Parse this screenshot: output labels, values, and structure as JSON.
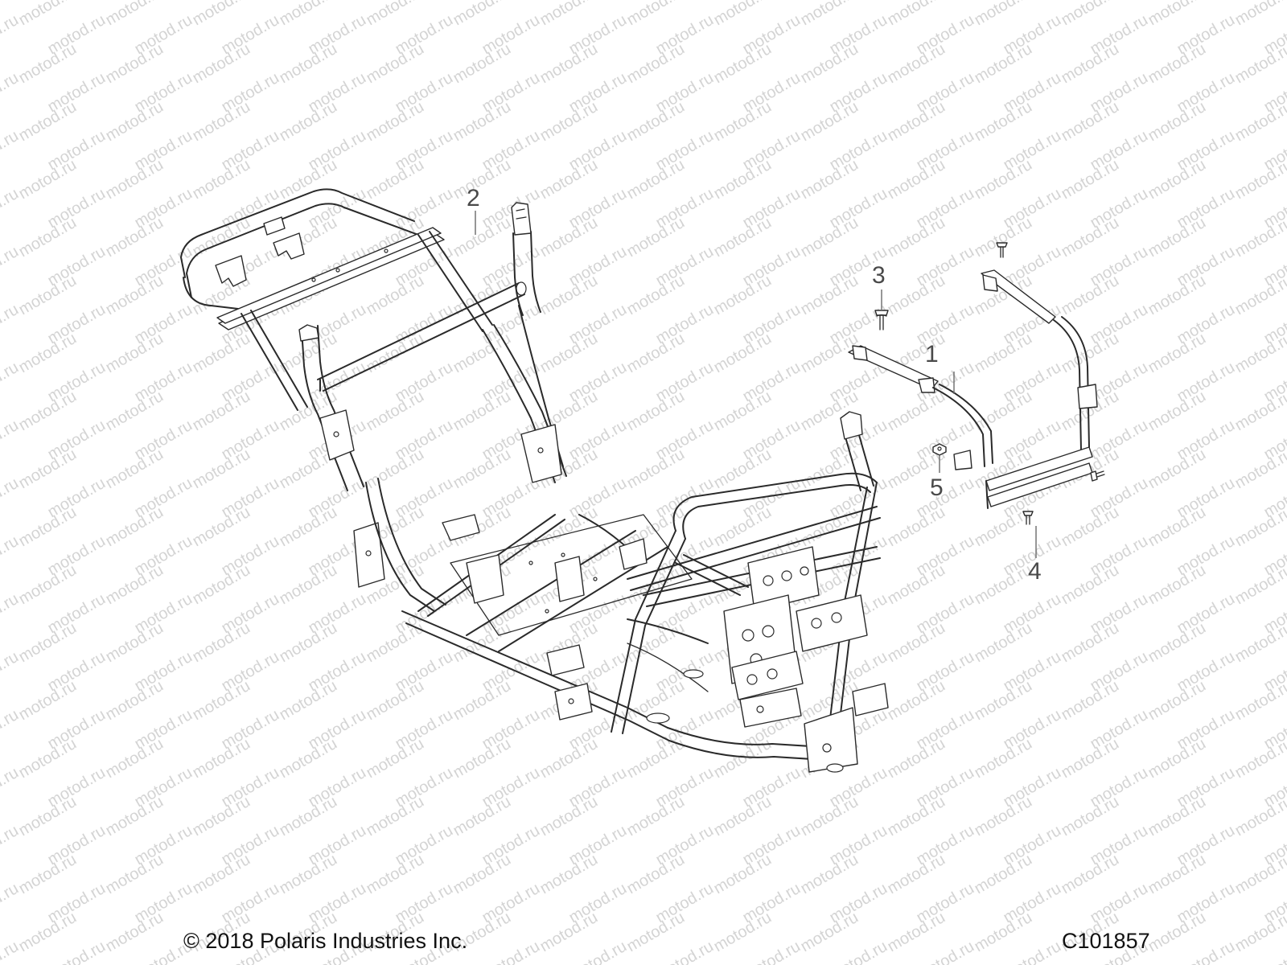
{
  "watermark": {
    "text": "motod.ru"
  },
  "callouts": [
    {
      "id": "callout-1",
      "label": "1"
    },
    {
      "id": "callout-2",
      "label": "2"
    },
    {
      "id": "callout-3",
      "label": "3"
    },
    {
      "id": "callout-4",
      "label": "4"
    },
    {
      "id": "callout-5",
      "label": "5"
    }
  ],
  "footer": {
    "copyright": "© 2018 Polaris Industries Inc.",
    "drawing_id": "C101857"
  },
  "colors": {
    "line_art": "#2a2a2a",
    "watermark": "#d4d4d4",
    "callout": "#4a4a4a",
    "background": "#ffffff"
  }
}
